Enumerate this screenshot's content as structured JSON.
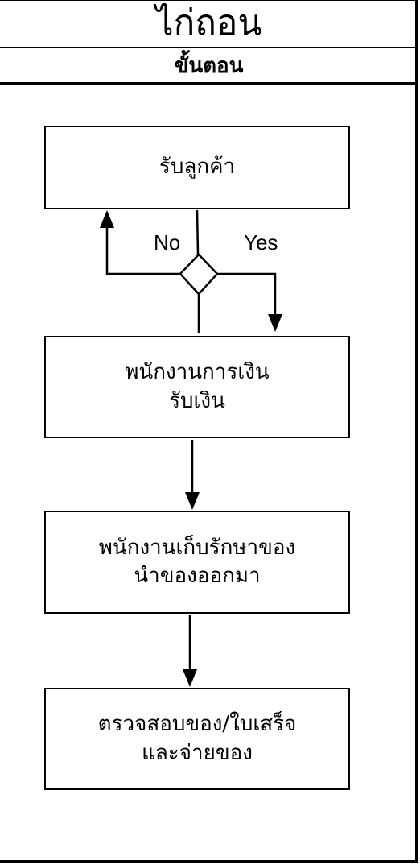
{
  "header": {
    "title": "ไก่ถอน",
    "subtitle": "ขั้นตอน"
  },
  "steps": [
    {
      "lines": [
        "รับลูกค้า"
      ]
    },
    {
      "lines": [
        "พนักงานการเงิน",
        "รับเงิน"
      ]
    },
    {
      "lines": [
        "พนักงานเก็บรักษาของ",
        "นำของออกมา"
      ]
    },
    {
      "lines": [
        "ตรวจสอบของ/ใบเสร็จ",
        "และจ่ายของ"
      ]
    }
  ],
  "decision": {
    "no_label": "No",
    "yes_label": "Yes"
  }
}
